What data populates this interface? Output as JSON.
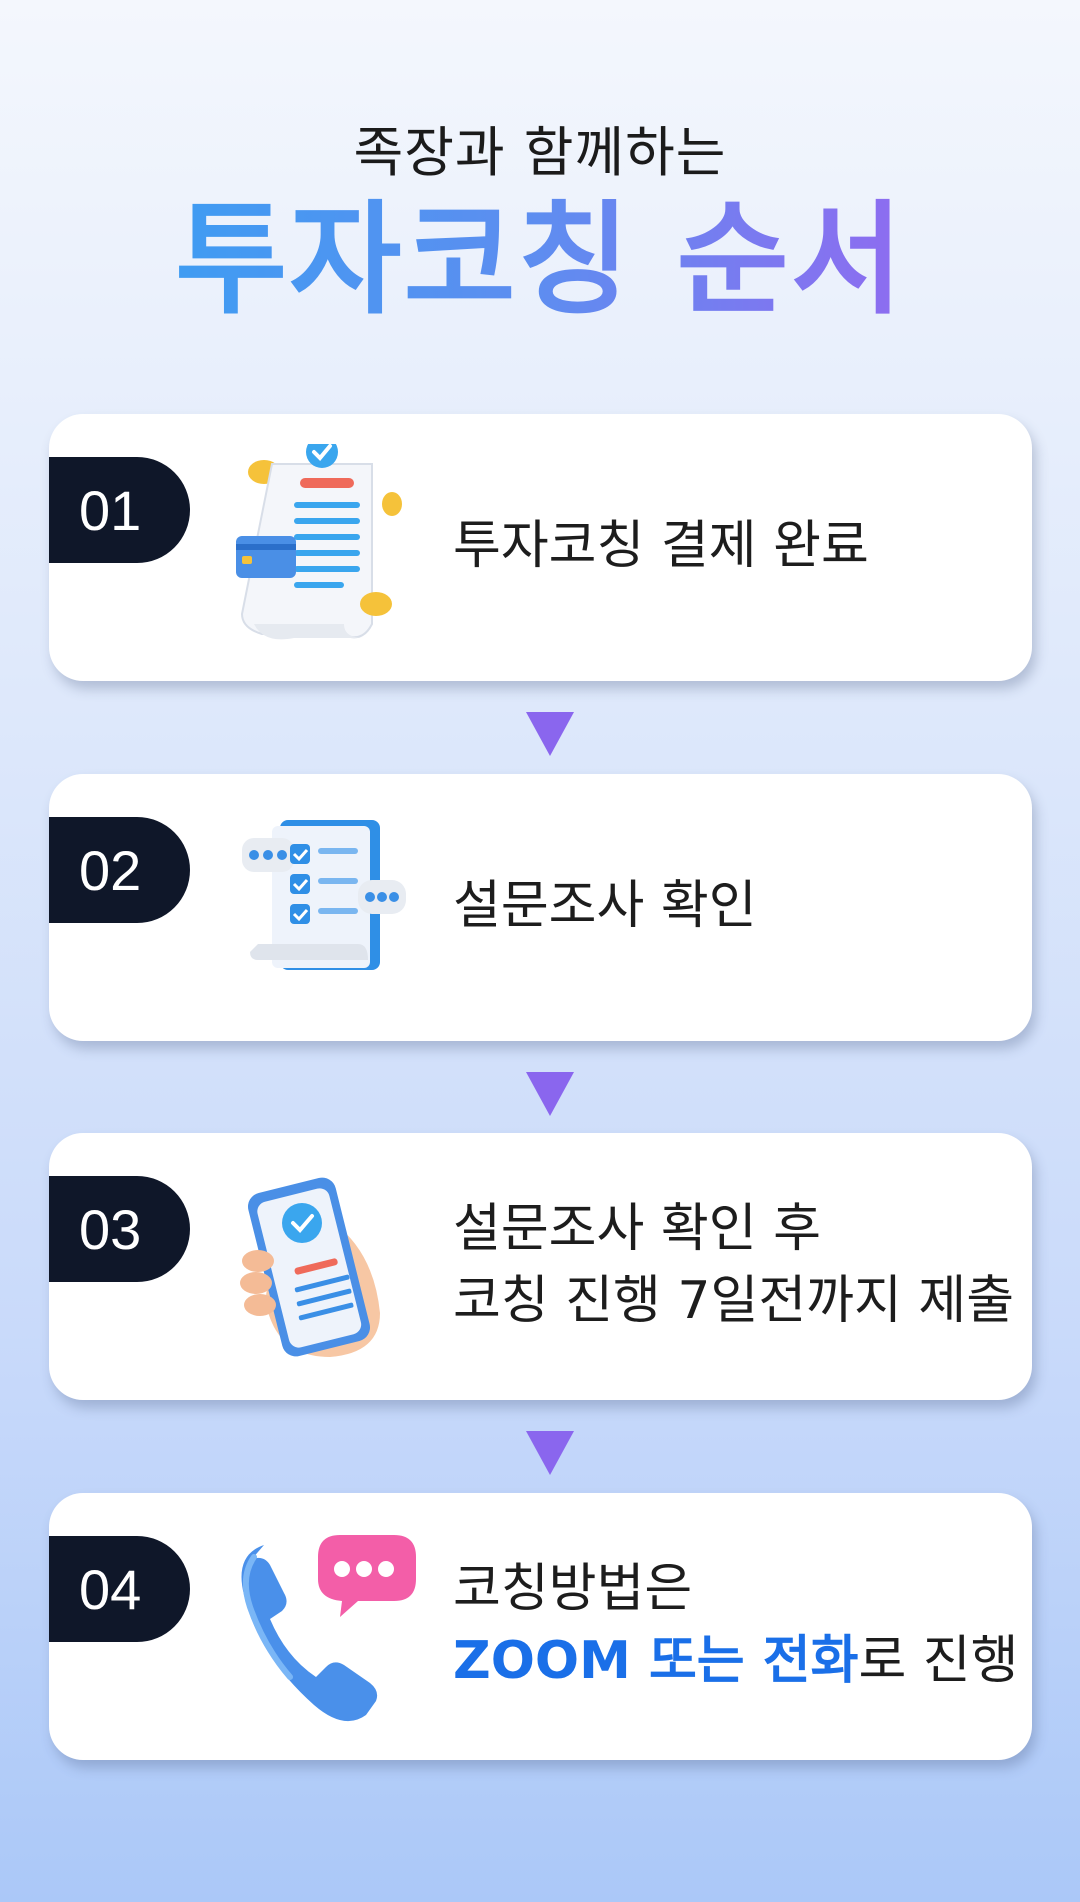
{
  "header": {
    "subtitle": "족장과 함께하는",
    "title": "투자코칭 순서"
  },
  "steps": [
    {
      "number": "01",
      "line1": "투자코칭 결제 완료",
      "icon": "receipt-payment-icon"
    },
    {
      "number": "02",
      "line1": "설문조사 확인",
      "icon": "survey-checklist-icon"
    },
    {
      "number": "03",
      "line1": "설문조사 확인 후",
      "line2": "코칭 진행 7일전까지 제출",
      "icon": "phone-in-hand-icon"
    },
    {
      "number": "04",
      "line1": "코칭방법은",
      "line2_highlight": "ZOOM 또는 전화",
      "line2_rest": "로 진행",
      "icon": "telephone-chat-icon"
    }
  ],
  "colors": {
    "badge": "#0f1729",
    "arrow": "#8a66ee",
    "highlight": "#1a6fe8",
    "title_gradient_start": "#3f9cf2",
    "title_gradient_end": "#8e6cf0"
  }
}
